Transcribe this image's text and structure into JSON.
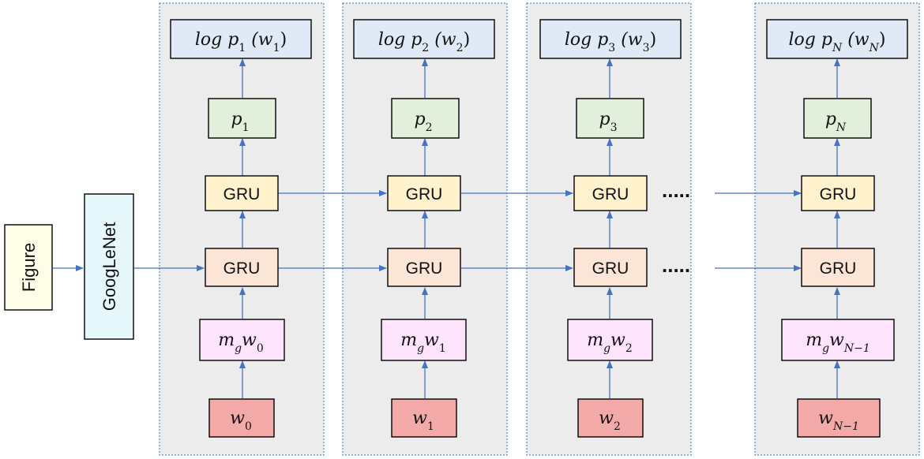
{
  "input": {
    "label": "Figure"
  },
  "encoder": {
    "label": "GoogLeNet"
  },
  "ellipsis": ".....",
  "columns": [
    {
      "log_prob": {
        "base": "log p",
        "sub1": "1",
        "mid": " (w",
        "sub2": "1",
        "end": ")"
      },
      "prob": {
        "base": "p",
        "sub": "1"
      },
      "gru_top": "GRU",
      "gru_bottom": "GRU",
      "embed": {
        "m": "m",
        "msub": "g",
        "w": "w",
        "wsub": "0"
      },
      "word": {
        "base": "w",
        "sub": "0"
      }
    },
    {
      "log_prob": {
        "base": "log p",
        "sub1": "2",
        "mid": " (w",
        "sub2": "2",
        "end": ")"
      },
      "prob": {
        "base": "p",
        "sub": "2"
      },
      "gru_top": "GRU",
      "gru_bottom": "GRU",
      "embed": {
        "m": "m",
        "msub": "g",
        "w": "w",
        "wsub": "1"
      },
      "word": {
        "base": "w",
        "sub": "1"
      }
    },
    {
      "log_prob": {
        "base": "log p",
        "sub1": "3",
        "mid": " (w",
        "sub2": "3",
        "end": ")"
      },
      "prob": {
        "base": "p",
        "sub": "3"
      },
      "gru_top": "GRU",
      "gru_bottom": "GRU",
      "embed": {
        "m": "m",
        "msub": "g",
        "w": "w",
        "wsub": "2"
      },
      "word": {
        "base": "w",
        "sub": "2"
      }
    },
    {
      "log_prob": {
        "base": "log p",
        "sub1": "N",
        "mid": " (w",
        "sub2": "N",
        "end": ")"
      },
      "prob": {
        "base": "p",
        "sub": "N"
      },
      "gru_top": "GRU",
      "gru_bottom": "GRU",
      "embed": {
        "m": "m",
        "msub": "g",
        "w": "w",
        "wsub": "N−1"
      },
      "word": {
        "base": "w",
        "sub": "N−1"
      }
    }
  ],
  "colors": {
    "panel_fill": "#ececec",
    "panel_border": "#4f8ed0",
    "arrow": "#4472c4",
    "figure_fill": "#fdfde8",
    "encoder_fill": "#e6f8fb",
    "log_prob_fill": "#dfeaf6",
    "prob_fill": "#e2efda",
    "gru_top_fill": "#fff2cc",
    "gru_bottom_fill": "#fbe5d6",
    "embed_fill": "#fde4fc",
    "word_fill": "#f4a9a9"
  }
}
